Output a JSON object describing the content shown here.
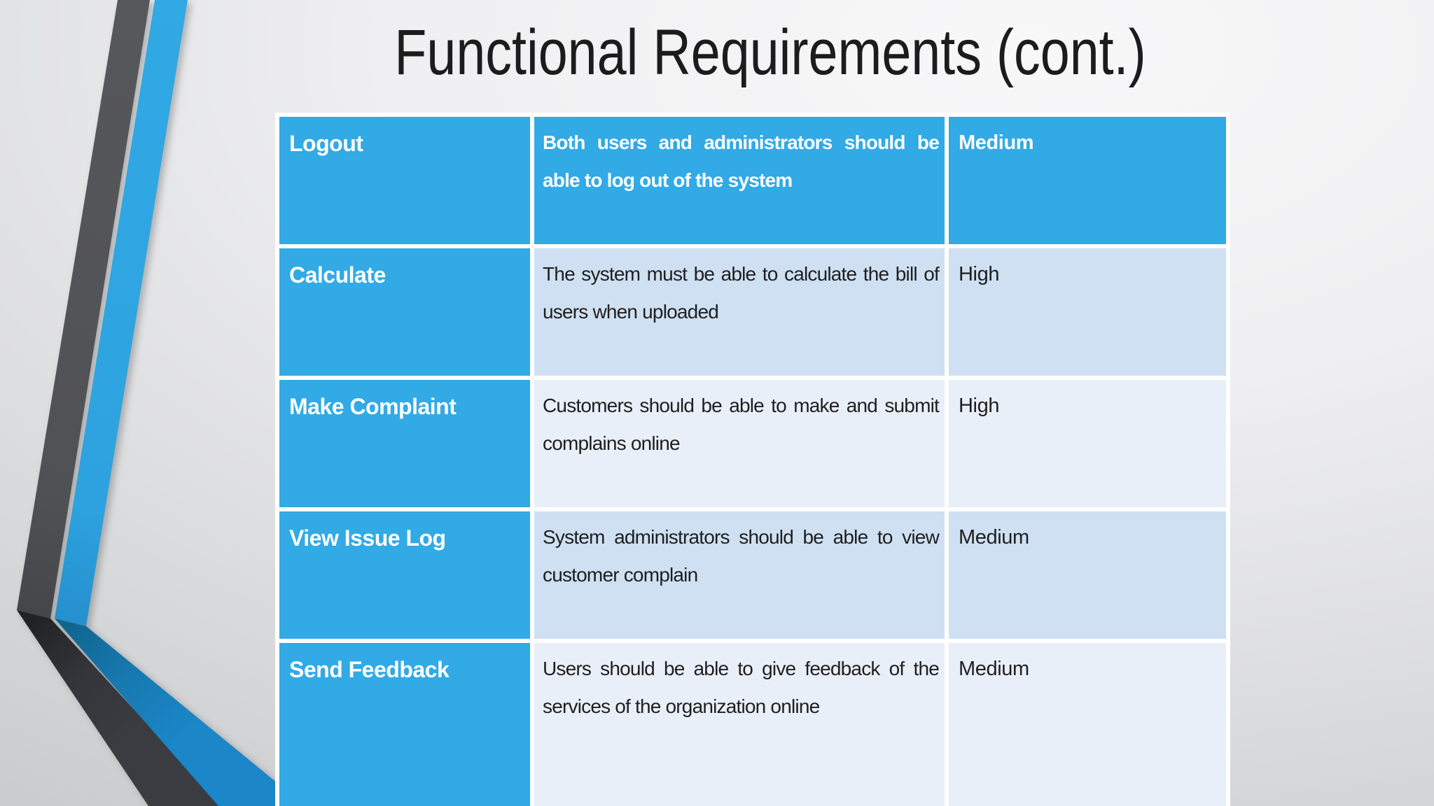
{
  "slide": {
    "title": "Functional Requirements (cont.)"
  },
  "table": {
    "rows": [
      {
        "name": "Logout",
        "description": "Both users and administrators should be able to log out of the system",
        "priority": "Medium"
      },
      {
        "name": "Calculate",
        "description": "The system must be able to calculate the bill of users when uploaded",
        "priority": "High"
      },
      {
        "name": "Make Complaint",
        "description": "Customers should be able to make and submit complains online",
        "priority": "High"
      },
      {
        "name": "View Issue Log",
        "description": "System administrators should be able to view customer complain",
        "priority": "Medium"
      },
      {
        "name": "Send Feedback",
        "description": "Users should be able to give feedback of the services of the organization online",
        "priority": "Medium"
      }
    ]
  },
  "colors": {
    "accent_blue": "#31aae6",
    "ribbon_blue_upper": "#2fa9e5",
    "ribbon_blue_lower": "#1b86c8",
    "ribbon_gray_upper": "#57585c",
    "ribbon_gray_lower": "#3a3c41",
    "row_band_dark": "#cfe0f3",
    "row_band_light": "#e9eff9",
    "cell_border_white": "#ffffff",
    "text_dark": "#1f1f1f",
    "background_light": "#f8f8f9",
    "background_dark": "#c6c7c9"
  }
}
